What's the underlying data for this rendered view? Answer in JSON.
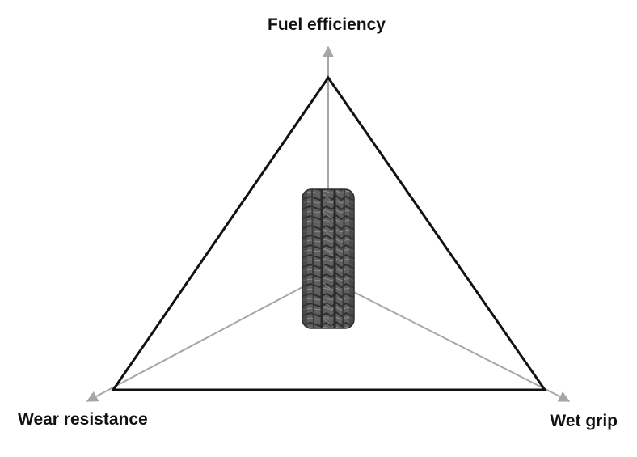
{
  "labels": {
    "top": "Fuel efficiency",
    "left": "Wear resistance",
    "right": "Wet grip"
  },
  "icons": {
    "center": "tire-tread-icon"
  },
  "colors": {
    "triangle": "#111111",
    "axes": "#a6a6a6",
    "tire_fill": "#5a5a5a",
    "tire_dark": "#2f2f2f",
    "tire_light": "#9a9a9a",
    "label_text": "#111111"
  }
}
